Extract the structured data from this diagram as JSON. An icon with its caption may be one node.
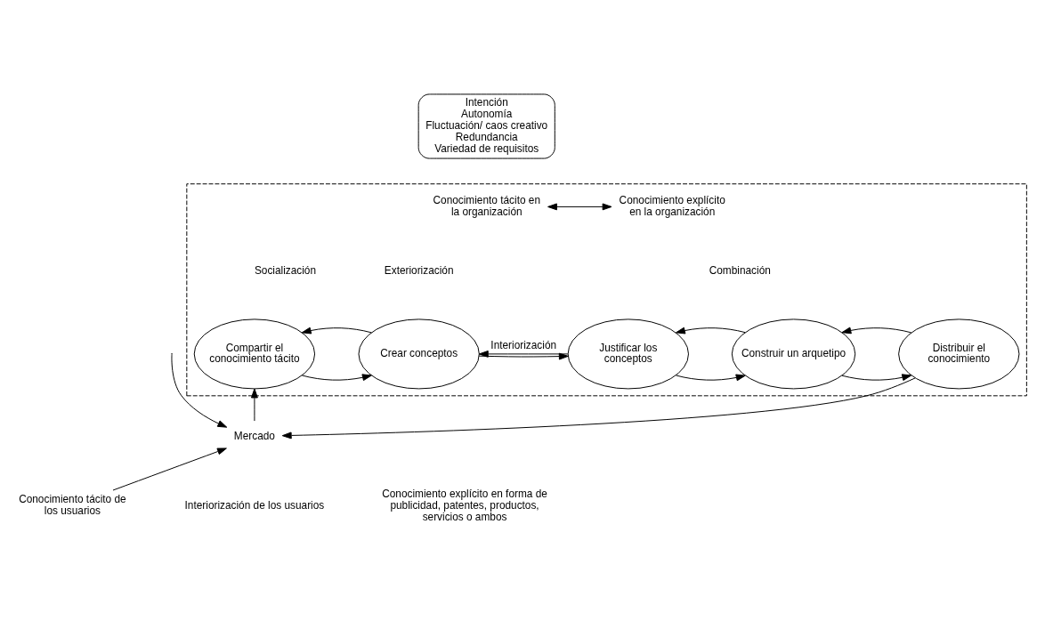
{
  "diagram": {
    "nodes": [
      {
        "text": [],
        "shape": "box"
      },
      {
        "text": [
          "Intención",
          "Autonomía",
          "Fluctuación/ caos creativo",
          "Redundancia",
          "Variedad de requisitos"
        ]
      },
      {
        "text": [
          "Compartir el conocimiento tácito"
        ],
        "in": 0
      },
      {
        "text": [
          "Crear conceptos"
        ],
        "in": 0
      },
      {
        "text": [
          "Justificar los conceptos"
        ],
        "in": 0
      },
      {
        "text": [
          "Construir un arquetipo"
        ],
        "in": 0
      },
      {
        "text": [
          "Distribuir el conocimiento"
        ],
        "in": 0
      },
      {
        "text": [
          "Conocimiento tácito en la organización"
        ],
        "in": 0
      },
      {
        "text": [
          "Conocimiento explícito en la organización"
        ],
        "in": 0
      },
      {
        "text": [
          "Mercado"
        ]
      },
      {
        "text": [
          "Conocimiento tácito de los usuarios"
        ]
      }
    ],
    "edges": [
      {
        "from": 7,
        "to": 8,
        "arrow": "both"
      },
      {
        "from": 2,
        "to": 3,
        "arrow": "to"
      },
      {
        "from": 3,
        "to": 4,
        "arrow": "to"
      },
      {
        "from": 4,
        "to": 5,
        "arrow": "to"
      },
      {
        "from": 5,
        "to": 6,
        "arrow": "to"
      },
      {
        "from": 6,
        "to": 5,
        "arrow": "to"
      },
      {
        "from": 5,
        "to": 4,
        "arrow": "to"
      },
      {
        "from": 4,
        "to": 3,
        "arrow": "to",
        "label": "Interiorización"
      },
      {
        "from": 3,
        "to": 2,
        "arrow": "to"
      },
      {
        "from": 9,
        "to": 2,
        "arrow": "to"
      },
      {
        "from": 6,
        "to": 9,
        "arrow": "to"
      },
      {
        "from": null,
        "to": 9,
        "arrow": "to"
      },
      {
        "from": 10,
        "to": 9,
        "arrow": "to"
      }
    ],
    "labels": [
      "Socialización",
      "Exteriorización",
      "Combinación",
      "Interiorización de los usuarios",
      "Conocimiento explícito en forma de publicidad, patentes, productos, servicios o ambos"
    ]
  }
}
